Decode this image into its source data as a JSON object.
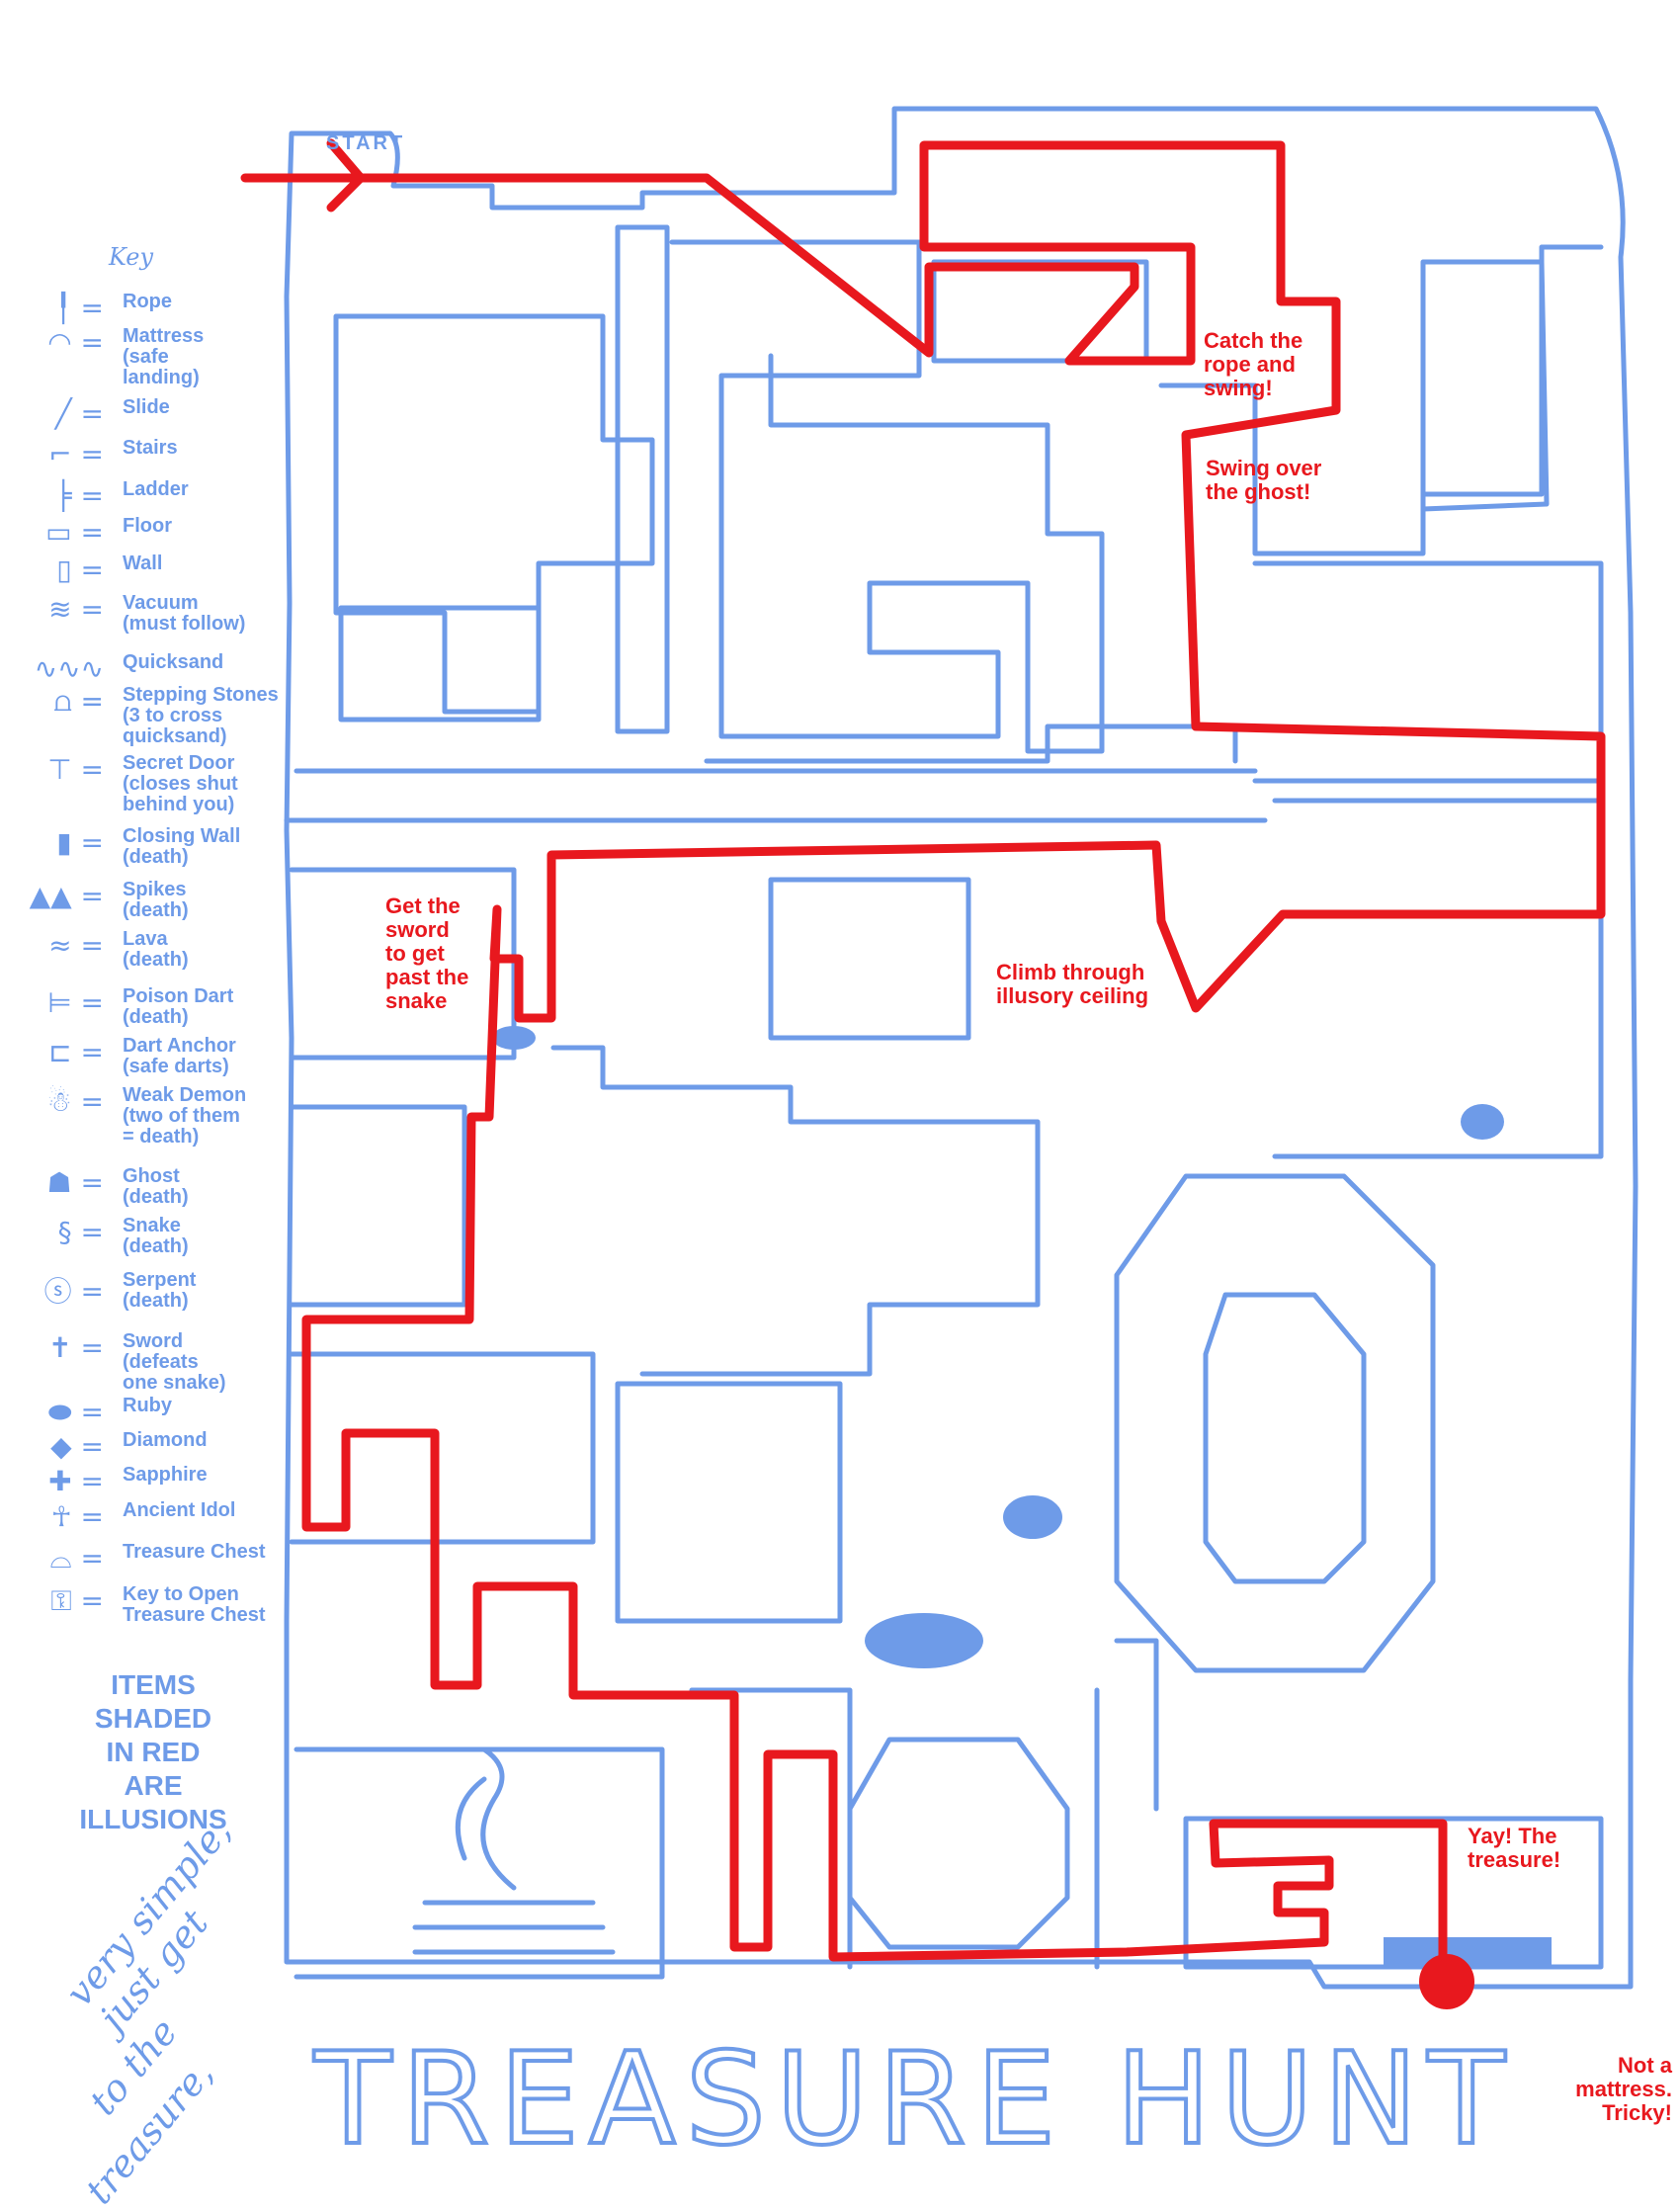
{
  "start_label": "START",
  "title": "TREASURE HUNT",
  "key": {
    "heading": "Key",
    "items": [
      {
        "icon": "rope-icon",
        "label": "Rope"
      },
      {
        "icon": "mattress-icon",
        "label": "Mattress\n(safe\nlanding)"
      },
      {
        "icon": "slide-icon",
        "label": "Slide"
      },
      {
        "icon": "stairs-icon",
        "label": "Stairs"
      },
      {
        "icon": "ladder-icon",
        "label": "Ladder"
      },
      {
        "icon": "floor-icon",
        "label": "Floor"
      },
      {
        "icon": "wall-icon",
        "label": "Wall"
      },
      {
        "icon": "vacuum-icon",
        "label": "Vacuum\n(must follow)"
      },
      {
        "icon": "quicksand-icon",
        "label": "Quicksand"
      },
      {
        "icon": "stepping-stones-icon",
        "label": "Stepping Stones\n(3 to cross\nquicksand)"
      },
      {
        "icon": "secret-door-icon",
        "label": "Secret Door\n(closes shut\nbehind you)"
      },
      {
        "icon": "closing-wall-icon",
        "label": "Closing Wall\n(death)"
      },
      {
        "icon": "spikes-icon",
        "label": "Spikes\n(death)"
      },
      {
        "icon": "lava-icon",
        "label": "Lava\n(death)"
      },
      {
        "icon": "poison-dart-icon",
        "label": "Poison Dart\n(death)"
      },
      {
        "icon": "dart-anchor-icon",
        "label": "Dart Anchor\n(safe darts)"
      },
      {
        "icon": "weak-demon-icon",
        "label": "Weak Demon\n(two of them\n= death)"
      },
      {
        "icon": "ghost-icon",
        "label": "Ghost\n(death)"
      },
      {
        "icon": "snake-icon",
        "label": "Snake\n(death)"
      },
      {
        "icon": "serpent-icon",
        "label": "Serpent\n(death)"
      },
      {
        "icon": "sword-icon",
        "label": "Sword\n(defeats\none snake)"
      },
      {
        "icon": "ruby-icon",
        "label": "Ruby"
      },
      {
        "icon": "diamond-icon",
        "label": "Diamond"
      },
      {
        "icon": "sapphire-icon",
        "label": "Sapphire"
      },
      {
        "icon": "ancient-idol-icon",
        "label": "Ancient Idol"
      },
      {
        "icon": "treasure-chest-icon",
        "label": "Treasure Chest"
      },
      {
        "icon": "key-icon",
        "label": "Key to Open\nTreasure Chest"
      }
    ]
  },
  "illusion_note": "ITEMS\nSHADED\nIN RED\nARE\nILLUSIONS",
  "handwritten_note": [
    "very simple,",
    "just get",
    "to the",
    "treasure,"
  ],
  "annotations": {
    "catch_rope": "Catch the\nrope and\nswing!",
    "swing_ghost": "Swing over\nthe ghost!",
    "get_sword": "Get the\nsword\nto get\npast the\nsnake",
    "climb_ceiling": "Climb through\nillusory ceiling",
    "yay_treasure": "Yay! The\ntreasure!",
    "not_mattress": "Not a\nmattress.\nTricky!"
  },
  "colors": {
    "maze": "#6e9be8",
    "route": "#e8181e",
    "background": "#ffffff"
  }
}
